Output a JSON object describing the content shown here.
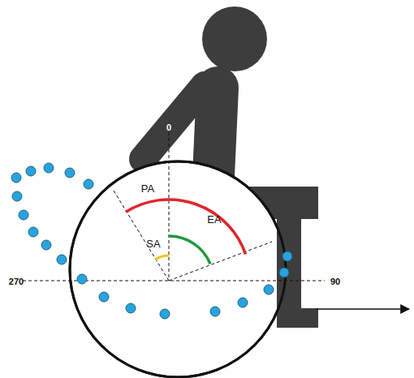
{
  "diagram": {
    "labels": [
      "0",
      "270",
      "90",
      "PA",
      "SA",
      "EA"
    ]
  }
}
